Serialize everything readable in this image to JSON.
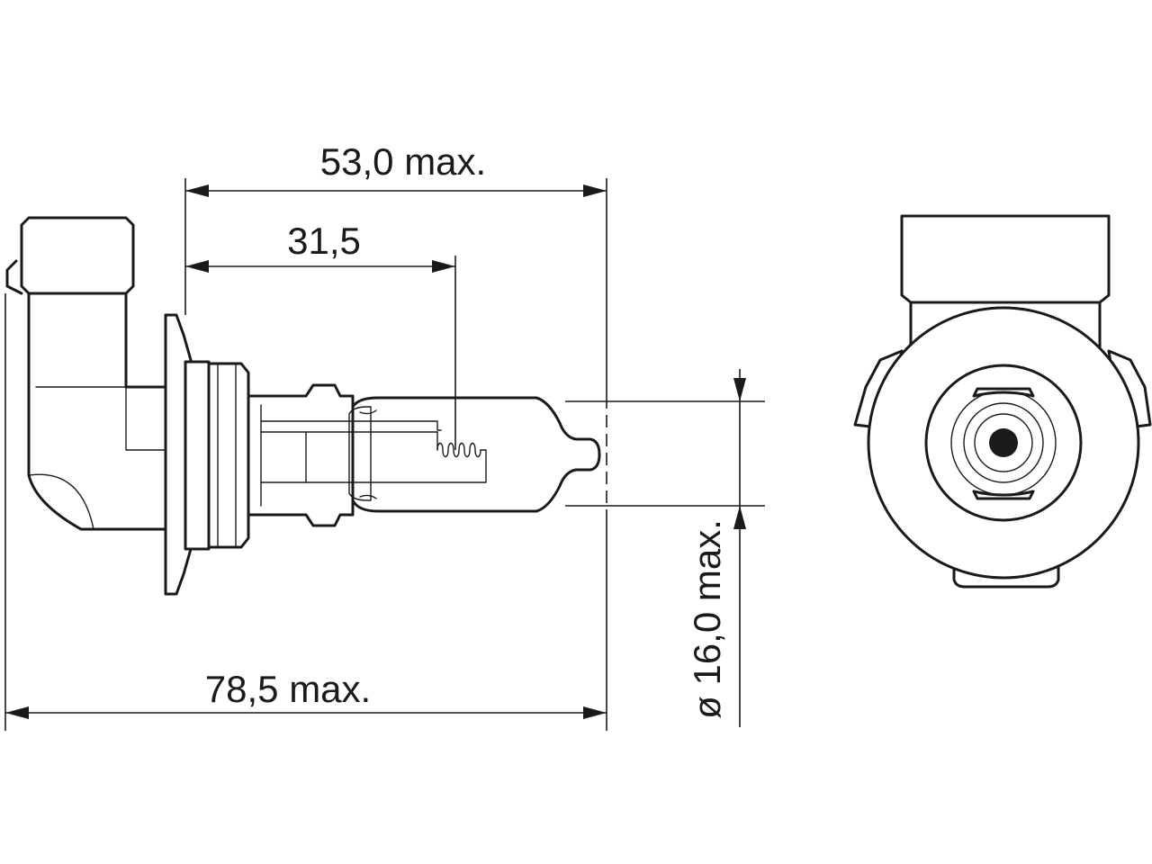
{
  "dimensions": {
    "length_53": "53,0 max.",
    "length_31": "31,5",
    "length_78": "78,5 max.",
    "diameter_16": "ø 16,0 max."
  },
  "colors": {
    "line": "#1a1a1a",
    "background": "#ffffff"
  }
}
